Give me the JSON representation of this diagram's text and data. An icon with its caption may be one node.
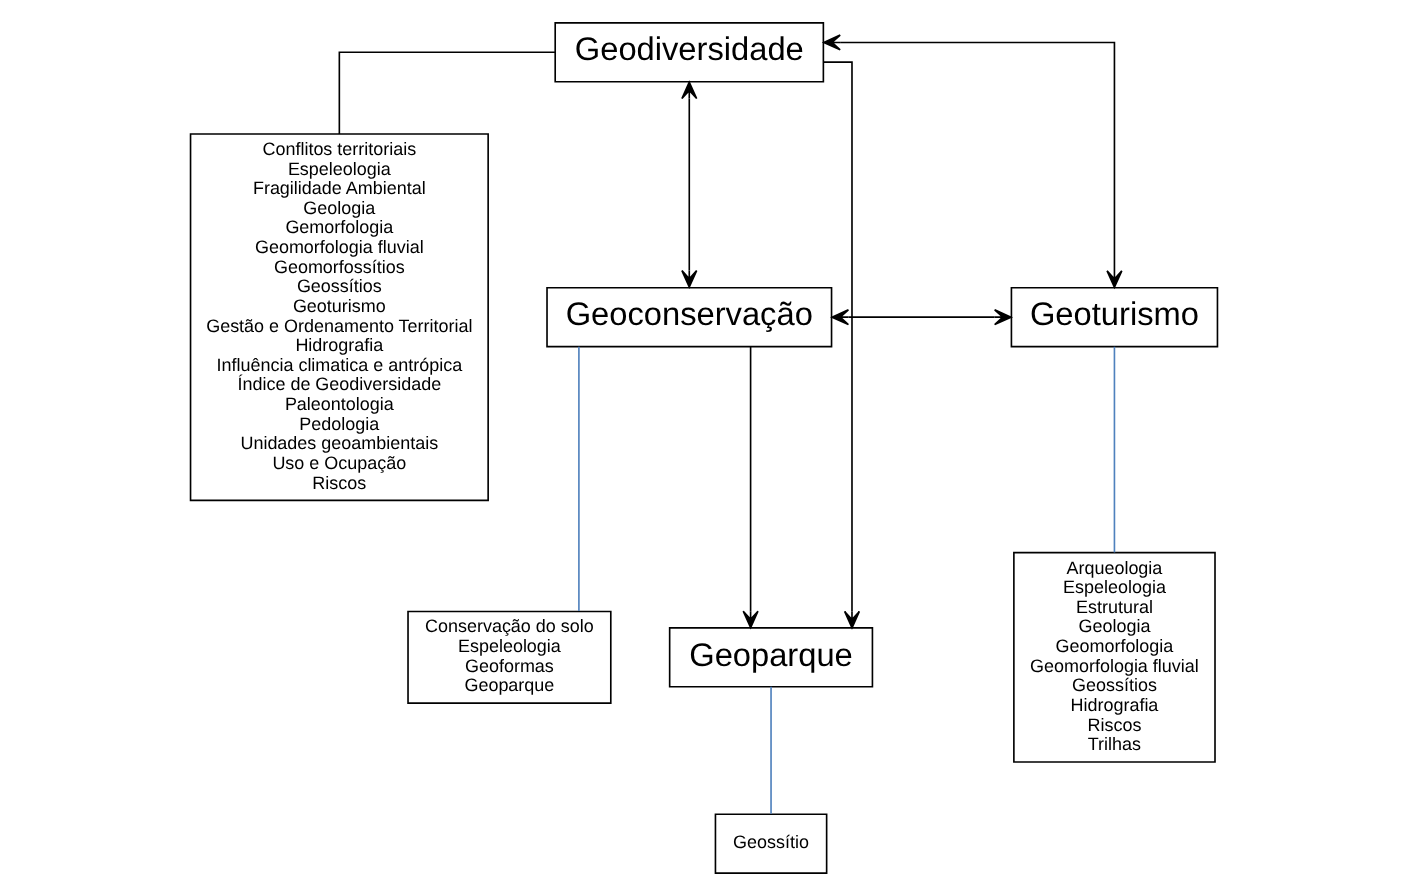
{
  "diagram": {
    "nodes": [
      {
        "text": [
          "Geodiversidade"
        ]
      },
      {
        "text": [
          "Conflitos territoriais",
          "Espeleologia",
          "Fragilidade Ambiental",
          "Geologia",
          "Gemorfologia",
          "Geomorfologia fluvial",
          "Geomorfossítios",
          "Geossítios",
          "Geoturismo",
          "Gestão e Ordenamento Territorial",
          "Hidrografia",
          "Influência climatica e antrópica",
          "Índice de Geodiversidade",
          "Paleontologia",
          "Pedologia",
          "Unidades geoambientais",
          "Uso e Ocupação",
          "Riscos"
        ]
      },
      {
        "text": [
          "Geoconservação"
        ]
      },
      {
        "text": [
          "Conservação do solo",
          "Espeleologia",
          "Geoformas",
          "Geoparque"
        ]
      },
      {
        "text": [
          "Geoparque"
        ]
      },
      {
        "text": [
          "Geossítio"
        ]
      },
      {
        "text": [
          "Geoturismo"
        ]
      },
      {
        "text": [
          "Arqueologia",
          "Espeleologia",
          "Estrutural",
          "Geologia",
          "Geomorfologia",
          "Geomorfologia fluvial",
          "Geossítios",
          "Hidrografia",
          "Riscos",
          "Trilhas"
        ]
      }
    ],
    "edges": [
      {
        "from": 2,
        "to": 6,
        "arrow": "both"
      },
      {
        "from": 0,
        "to": 2,
        "arrow": "both"
      },
      {
        "from": 0,
        "to": 4,
        "arrow": "to"
      },
      {
        "from": 0,
        "to": 6,
        "arrow": "both"
      },
      {
        "from": 2,
        "to": 4,
        "arrow": "to"
      },
      {
        "from": 0,
        "to": 1,
        "arrow": "none"
      },
      {
        "from": 2,
        "to": 3,
        "arrow": "none",
        "color": "#4f81bd"
      },
      {
        "from": 4,
        "to": 5,
        "arrow": "none",
        "color": "#4f81bd"
      },
      {
        "from": 6,
        "to": 7,
        "arrow": "none",
        "color": "#4f81bd"
      }
    ]
  }
}
